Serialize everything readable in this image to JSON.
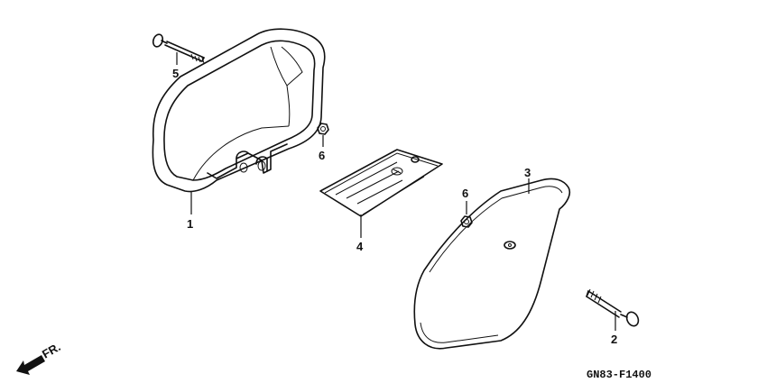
{
  "diagram": {
    "callouts": {
      "c1": "1",
      "c2": "2",
      "c3": "3",
      "c4": "4",
      "c5": "5",
      "c6a": "6",
      "c6b": "6"
    },
    "front_label": "FR.",
    "drawing_code": "GN83-F1400"
  },
  "colors": {
    "ink": "#111111",
    "background": "#ffffff"
  }
}
